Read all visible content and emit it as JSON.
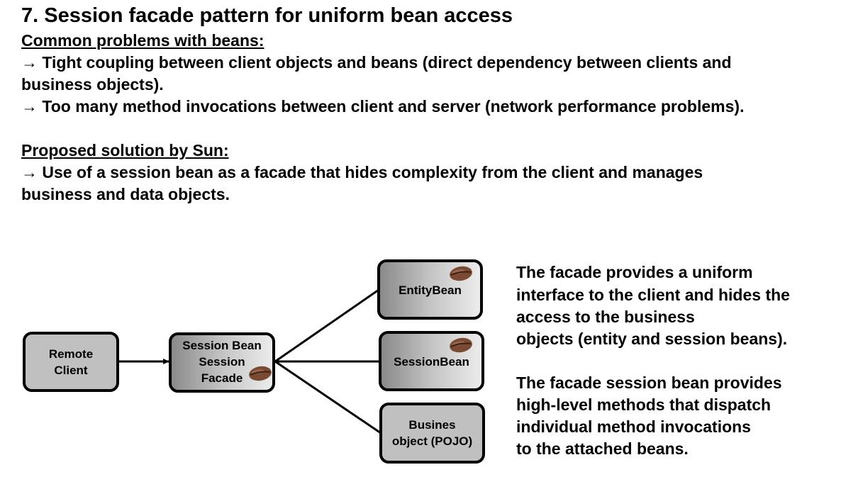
{
  "title": "7. Session facade pattern for uniform bean access",
  "problems": {
    "heading": "Common problems with beans:",
    "lines": [
      "→ Tight coupling between client objects and beans (direct dependency between clients and",
      "business objects).",
      "→ Too many method invocations between client and server (network performance problems)."
    ]
  },
  "solution": {
    "heading": "Proposed solution by Sun:",
    "lines": [
      "→ Use of a session bean as a facade that hides complexity from the client and manages",
      "business and data objects."
    ]
  },
  "diagram": {
    "remote_client": [
      "Remote",
      "Client"
    ],
    "facade": [
      "Session Bean",
      "Session",
      "Facade"
    ],
    "entity_bean": "EntityBean",
    "session_bean": "SessionBean",
    "business_object": [
      "Busines",
      "object (POJO)"
    ],
    "bean_icon": "coffee-bean-icon"
  },
  "description": {
    "para1": [
      "The facade provides a uniform",
      "interface to the client and hides the",
      "access to the business",
      "objects (entity and session beans)."
    ],
    "para2": [
      "The facade session bean provides",
      "high-level methods that dispatch",
      "individual method invocations",
      "to the attached beans."
    ]
  }
}
